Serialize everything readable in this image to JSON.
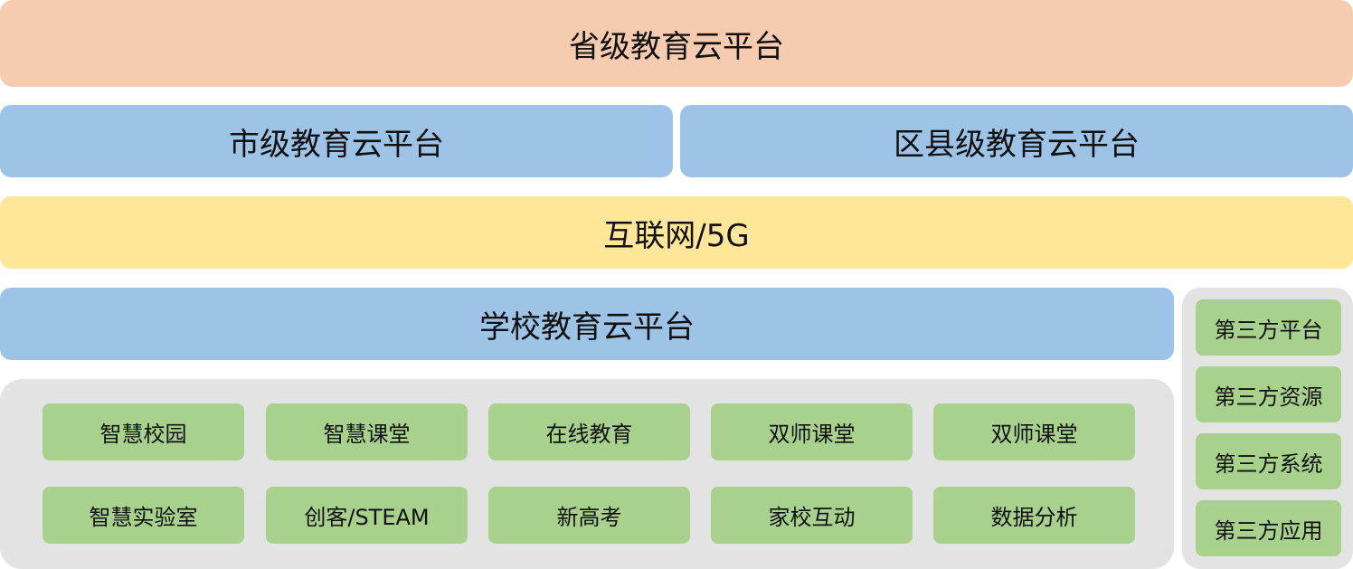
{
  "colors": {
    "province": "#f7cbaf",
    "platform_blue": "#9dc3e6",
    "network_yellow": "#ffe699",
    "panel_gray": "#e3e3e3",
    "app_green": "#a8d18d"
  },
  "province_platform": "省级教育云平台",
  "city_platform": "市级教育云平台",
  "district_platform": "区县级教育云平台",
  "network": "互联网/5G",
  "school_platform": "学校教育云平台",
  "school_apps": [
    "智慧校园",
    "智慧课堂",
    "在线教育",
    "双师课堂",
    "双师课堂",
    "智慧实验室",
    "创客/STEAM",
    "新高考",
    "家校互动",
    "数据分析"
  ],
  "third_party": [
    "第三方平台",
    "第三方资源",
    "第三方系统",
    "第三方应用"
  ]
}
